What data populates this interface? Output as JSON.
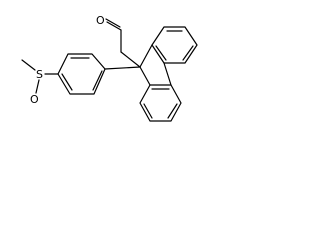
{
  "molecule": {
    "atom_labels": {
      "oxygen_aldehyde": "O",
      "sulfur": "S",
      "oxygen_sulfoxide": "O"
    },
    "bond_color": "#000000",
    "background": "#ffffff"
  }
}
